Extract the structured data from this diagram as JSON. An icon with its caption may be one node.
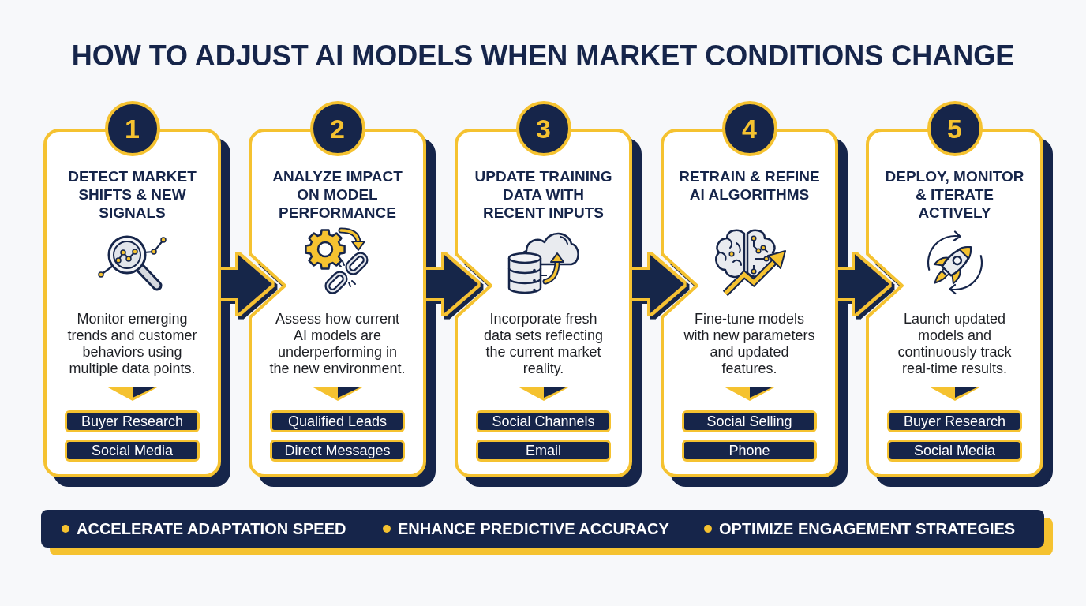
{
  "diagram": {
    "title": "HOW TO ADJUST AI MODELS WHEN MARKET CONDITIONS CHANGE",
    "nodes": [
      {
        "text": [
          "1"
        ]
      },
      {
        "text": [
          "DETECT MARKET SHIFTS & NEW SIGNALS",
          "Monitor emerging trends and customer behaviors using multiple data points."
        ]
      },
      {
        "text": [
          "Buyer Research"
        ],
        "in": 1
      },
      {
        "text": [
          "Social Media"
        ],
        "in": 1
      },
      {
        "text": [
          "2"
        ]
      },
      {
        "text": [
          "ANALYZE IMPACT ON MODEL PERFORMANCE",
          "Assess how current AI models are underperforming in the new environment."
        ]
      },
      {
        "text": [
          "Qualified Leads"
        ],
        "in": 5
      },
      {
        "text": [
          "Direct Messages"
        ],
        "in": 5
      },
      {
        "text": [
          "3"
        ]
      },
      {
        "text": [
          "UPDATE TRAINING DATA WITH RECENT INPUTS",
          "Incorporate fresh data sets reflecting the current market reality."
        ]
      },
      {
        "text": [
          "Social Channels"
        ],
        "in": 9
      },
      {
        "text": [
          "Email"
        ],
        "in": 9
      },
      {
        "text": [
          "4"
        ]
      },
      {
        "text": [
          "RETRAIN & REFINE AI ALGORITHMS",
          "Fine-tune models with new parameters and updated features."
        ]
      },
      {
        "text": [
          "Social Selling"
        ],
        "in": 13
      },
      {
        "text": [
          "Phone"
        ],
        "in": 13
      },
      {
        "text": [
          "5"
        ]
      },
      {
        "text": [
          "DEPLOY, MONITOR & ITERATE ACTIVELY",
          "Launch updated models and continuously track real-time results."
        ]
      },
      {
        "text": [
          "Buyer Research"
        ],
        "in": 17
      },
      {
        "text": [
          "Social Media"
        ],
        "in": 17
      },
      {
        "text": [
          "ACCELERATE ADAPTATION SPEED",
          "ENHANCE PREDICTIVE ACCURACY",
          "OPTIMIZE ENGAGEMENT STRATEGIES"
        ]
      }
    ],
    "edges": [
      {
        "from": 1,
        "to": 5,
        "arrow": "to"
      },
      {
        "from": 5,
        "to": 9,
        "arrow": "to"
      },
      {
        "from": 9,
        "to": 13,
        "arrow": "to"
      },
      {
        "from": 13,
        "to": 17,
        "arrow": "to"
      }
    ]
  }
}
